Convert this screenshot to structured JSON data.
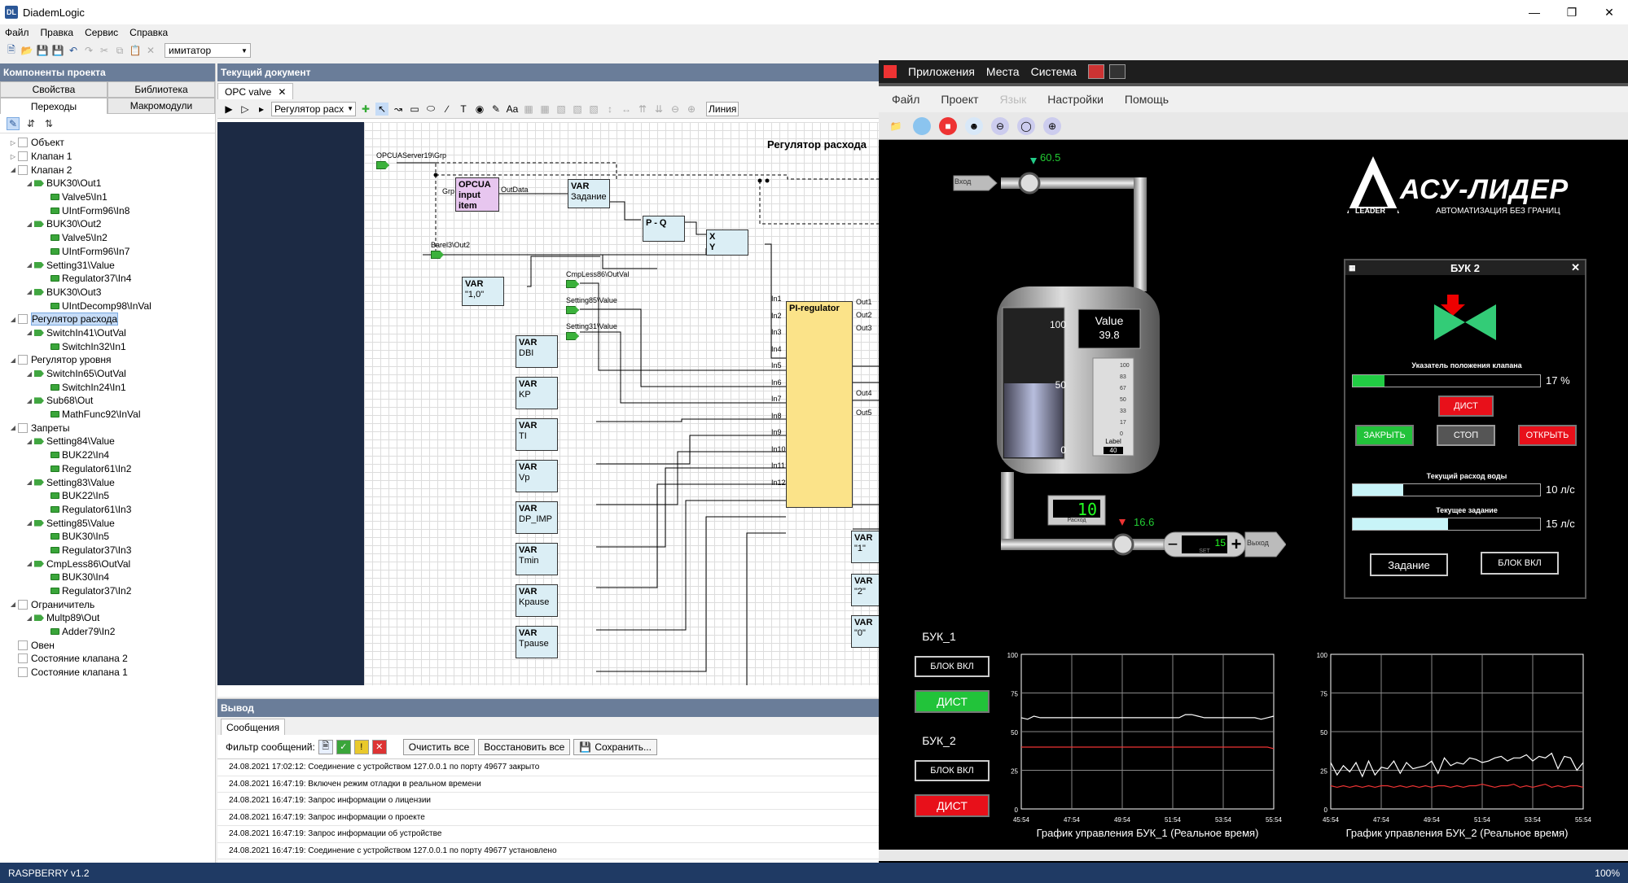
{
  "window": {
    "title": "DiademLogic",
    "icon": "DL"
  },
  "menu": [
    "Файл",
    "Правка",
    "Сервис",
    "Справка"
  ],
  "toolbar": {
    "simulator": "имитатор"
  },
  "left": {
    "header": "Компоненты проекта",
    "tabs_row1": [
      "Свойства",
      "Библиотека"
    ],
    "tabs_row2": [
      "Переходы",
      "Макромодули"
    ],
    "tree": [
      {
        "label": "Объект",
        "level": 0,
        "kind": "folder",
        "arrow": "▷"
      },
      {
        "label": "Клапан 1",
        "level": 0,
        "kind": "folder",
        "arrow": "▷"
      },
      {
        "label": "Клапан 2",
        "level": 0,
        "kind": "folder",
        "arrow": "◢"
      },
      {
        "label": "BUK30\\Out1",
        "level": 1,
        "kind": "out",
        "arrow": "◢"
      },
      {
        "label": "Valve5\\In1",
        "level": 2,
        "kind": "in",
        "arrow": ""
      },
      {
        "label": "UIntForm96\\In8",
        "level": 2,
        "kind": "in",
        "arrow": ""
      },
      {
        "label": "BUK30\\Out2",
        "level": 1,
        "kind": "out",
        "arrow": "◢"
      },
      {
        "label": "Valve5\\In2",
        "level": 2,
        "kind": "in",
        "arrow": ""
      },
      {
        "label": "UIntForm96\\In7",
        "level": 2,
        "kind": "in",
        "arrow": ""
      },
      {
        "label": "Setting31\\Value",
        "level": 1,
        "kind": "out",
        "arrow": "◢"
      },
      {
        "label": "Regulator37\\In4",
        "level": 2,
        "kind": "in",
        "arrow": ""
      },
      {
        "label": "BUK30\\Out3",
        "level": 1,
        "kind": "out",
        "arrow": "◢"
      },
      {
        "label": "UIntDecomp98\\InVal",
        "level": 2,
        "kind": "in",
        "arrow": ""
      },
      {
        "label": "Регулятор расхода",
        "level": 0,
        "kind": "folder",
        "arrow": "◢",
        "selected": true
      },
      {
        "label": "SwitchIn41\\OutVal",
        "level": 1,
        "kind": "out",
        "arrow": "◢"
      },
      {
        "label": "SwitchIn32\\In1",
        "level": 2,
        "kind": "in",
        "arrow": ""
      },
      {
        "label": "Регулятор уровня",
        "level": 0,
        "kind": "folder",
        "arrow": "◢"
      },
      {
        "label": "SwitchIn65\\OutVal",
        "level": 1,
        "kind": "out",
        "arrow": "◢"
      },
      {
        "label": "SwitchIn24\\In1",
        "level": 2,
        "kind": "in",
        "arrow": ""
      },
      {
        "label": "Sub68\\Out",
        "level": 1,
        "kind": "out",
        "arrow": "◢"
      },
      {
        "label": "MathFunc92\\InVal",
        "level": 2,
        "kind": "in",
        "arrow": ""
      },
      {
        "label": "Запреты",
        "level": 0,
        "kind": "folder",
        "arrow": "◢"
      },
      {
        "label": "Setting84\\Value",
        "level": 1,
        "kind": "out",
        "arrow": "◢"
      },
      {
        "label": "BUK22\\In4",
        "level": 2,
        "kind": "in",
        "arrow": ""
      },
      {
        "label": "Regulator61\\In2",
        "level": 2,
        "kind": "in",
        "arrow": ""
      },
      {
        "label": "Setting83\\Value",
        "level": 1,
        "kind": "out",
        "arrow": "◢"
      },
      {
        "label": "BUK22\\In5",
        "level": 2,
        "kind": "in",
        "arrow": ""
      },
      {
        "label": "Regulator61\\In3",
        "level": 2,
        "kind": "in",
        "arrow": ""
      },
      {
        "label": "Setting85\\Value",
        "level": 1,
        "kind": "out",
        "arrow": "◢"
      },
      {
        "label": "BUK30\\In5",
        "level": 2,
        "kind": "in",
        "arrow": ""
      },
      {
        "label": "Regulator37\\In3",
        "level": 2,
        "kind": "in",
        "arrow": ""
      },
      {
        "label": "CmpLess86\\OutVal",
        "level": 1,
        "kind": "out",
        "arrow": "◢"
      },
      {
        "label": "BUK30\\In4",
        "level": 2,
        "kind": "in",
        "arrow": ""
      },
      {
        "label": "Regulator37\\In2",
        "level": 2,
        "kind": "in",
        "arrow": ""
      },
      {
        "label": "Ограничитель",
        "level": 0,
        "kind": "folder",
        "arrow": "◢"
      },
      {
        "label": "Multp89\\Out",
        "level": 1,
        "kind": "out",
        "arrow": "◢"
      },
      {
        "label": "Adder79\\In2",
        "level": 2,
        "kind": "in",
        "arrow": ""
      },
      {
        "label": "Овен",
        "level": 0,
        "kind": "folder",
        "arrow": ""
      },
      {
        "label": "Состояние клапана 2",
        "level": 0,
        "kind": "folder",
        "arrow": ""
      },
      {
        "label": "Состояние клапана 1",
        "level": 0,
        "kind": "folder",
        "arrow": ""
      }
    ]
  },
  "doc": {
    "header": "Текущий документ",
    "tab": "OPC valve",
    "regulator_select": "Регулятор расх",
    "line_btn": "Линия",
    "diagram_title": "Регулятор расхода",
    "inputs": {
      "opcua": "OPCUAServer19\\Grp",
      "barel": "Barel3\\Out2",
      "cmp": "CmpLess86\\OutVal",
      "set85": "Setting85\\Value",
      "set31": "Setting31\\Value"
    },
    "opc_block": "OPCUA input item",
    "opc_grp": "Grp",
    "opc_out": "OutData",
    "pq": "P - Q",
    "xy": "X\nY",
    "pi": "PI-regulator",
    "var_zad": "Задание",
    "var_const": "\"1,0\"",
    "vars": [
      "DBI",
      "KP",
      "TI",
      "Vp",
      "DP_IMP",
      "Tmin",
      "Kpause",
      "Tpause"
    ],
    "var_right": [
      "\"1\"",
      "\"2\"",
      "\"0\""
    ],
    "pi_inputs": [
      "In1",
      "In2",
      "In3",
      "In4",
      "In5",
      "In6",
      "In7",
      "In8",
      "In9",
      "In10",
      "In11",
      "In12"
    ],
    "pi_outputs": [
      "Out1",
      "Out2",
      "Out3",
      "Out4",
      "Out5"
    ]
  },
  "output": {
    "header": "Вывод",
    "tab": "Сообщения",
    "filter_label": "Фильтр сообщений:",
    "clear": "Очистить все",
    "restore": "Восстановить все",
    "save": "Сохранить...",
    "log": [
      "24.08.2021 17:02:12: Соединение с устройством 127.0.0.1 по порту 49677 закрыто",
      "24.08.2021 16:47:19: Включен режим отладки в реальном времени",
      "24.08.2021 16:47:19: Запрос информации о лицензии",
      "24.08.2021 16:47:19: Запрос информации о проекте",
      "24.08.2021 16:47:19: Запрос информации об устройстве",
      "24.08.2021 16:47:19: Соединение с устройством 127.0.0.1 по порту 49677 установлено"
    ]
  },
  "scada": {
    "gnome": [
      "Приложения",
      "Места",
      "Система"
    ],
    "menu": [
      "Файл",
      "Проект",
      "Язык",
      "Настройки",
      "Помощь"
    ],
    "logo": "АСУ-ЛИДЕР",
    "logo_sub": "АВТОМАТИЗАЦИЯ БЕЗ ГРАНИЦ",
    "logo_leader": "LEADER",
    "inlet_label": "Вход",
    "outlet_label": "Выход",
    "flow_in": "60.5",
    "flow_out": "16.6",
    "tank": {
      "max": "100",
      "mid": "50",
      "min": "0",
      "level": 0.5,
      "value_label": "Value",
      "value": "39.8",
      "gauge_label": "Label",
      "gauge_value": "40",
      "gauge_ticks": [
        "100",
        "83",
        "67",
        "50",
        "33",
        "17",
        "0"
      ]
    },
    "flowmeter": {
      "digits": "10",
      "label": "Расход"
    },
    "setpoint": {
      "value": "15",
      "label": "SET"
    },
    "buk2": {
      "title": "БУК 2",
      "indicator_label": "Указатель положения клапана",
      "position": 17,
      "position_text": "17 %",
      "dist": "ДИСТ",
      "close": "ЗАКРЫТЬ",
      "stop": "СТОП",
      "open": "ОТКРЫТЬ",
      "flow_label": "Текущий расход воды",
      "flow_frac": 0.27,
      "flow_text": "10 л/с",
      "task_label": "Текущее задание",
      "task_frac": 0.51,
      "task_text": "15 л/с",
      "task_btn": "Задание",
      "lock_btn": "БЛОК ВКЛ"
    },
    "buk1_label": "БУК_1",
    "buk2_label": "БУК_2",
    "lock_btn": "БЛОК ВКЛ",
    "dist": "ДИСТ",
    "colors": {
      "green": "#22c33a",
      "red": "#e8101a",
      "cyan": "#c8f4f8"
    },
    "charts": [
      {
        "title": "График управления БУК_1 (Реальное время)",
        "yticks": [
          "100",
          "75",
          "50",
          "25",
          "0"
        ],
        "xticks": [
          "45:54",
          "47:54",
          "49:54",
          "51:54",
          "53:54",
          "55:54"
        ],
        "white": [
          59,
          58,
          60,
          59,
          59,
          59,
          59,
          59,
          59,
          59,
          59,
          59,
          59,
          59,
          59,
          59,
          59,
          59,
          59,
          59,
          59,
          59,
          59,
          59,
          59,
          59,
          61,
          61,
          60,
          59,
          59,
          59,
          59,
          59,
          59,
          59,
          59,
          59,
          58,
          59,
          60
        ],
        "red": [
          40,
          40,
          40,
          40,
          40,
          40,
          40,
          40,
          40,
          40,
          40,
          40,
          40,
          40,
          40,
          40,
          40,
          40,
          40,
          40,
          40,
          40,
          40,
          40,
          40,
          40,
          40,
          40,
          40,
          40,
          40,
          40,
          40,
          40,
          40,
          40,
          40,
          40,
          40,
          40,
          39
        ]
      },
      {
        "title": "График управления БУК_2 (Реальное время)",
        "yticks": [
          "100",
          "75",
          "50",
          "25",
          "0"
        ],
        "xticks": [
          "45:54",
          "47:54",
          "49:54",
          "51:54",
          "53:54",
          "55:54"
        ],
        "white": [
          30,
          22,
          28,
          24,
          30,
          21,
          31,
          22,
          27,
          26,
          31,
          23,
          30,
          26,
          27,
          28,
          31,
          23,
          33,
          28,
          30,
          29,
          33,
          32,
          30,
          31,
          33,
          34,
          31,
          33,
          33,
          35,
          31,
          34,
          33,
          36,
          26,
          34,
          33,
          25,
          30
        ],
        "red": [
          15,
          14,
          15,
          14,
          15,
          14,
          15,
          14,
          15,
          15,
          14,
          15,
          14,
          15,
          14,
          15,
          14,
          15,
          15,
          14,
          15,
          14,
          15,
          15,
          16,
          15,
          14,
          15,
          15,
          16,
          14,
          15,
          14,
          15,
          16,
          14,
          15,
          14,
          15,
          15,
          14
        ]
      }
    ]
  },
  "status": {
    "left": "RASPBERRY v1.2",
    "right": "100%"
  }
}
